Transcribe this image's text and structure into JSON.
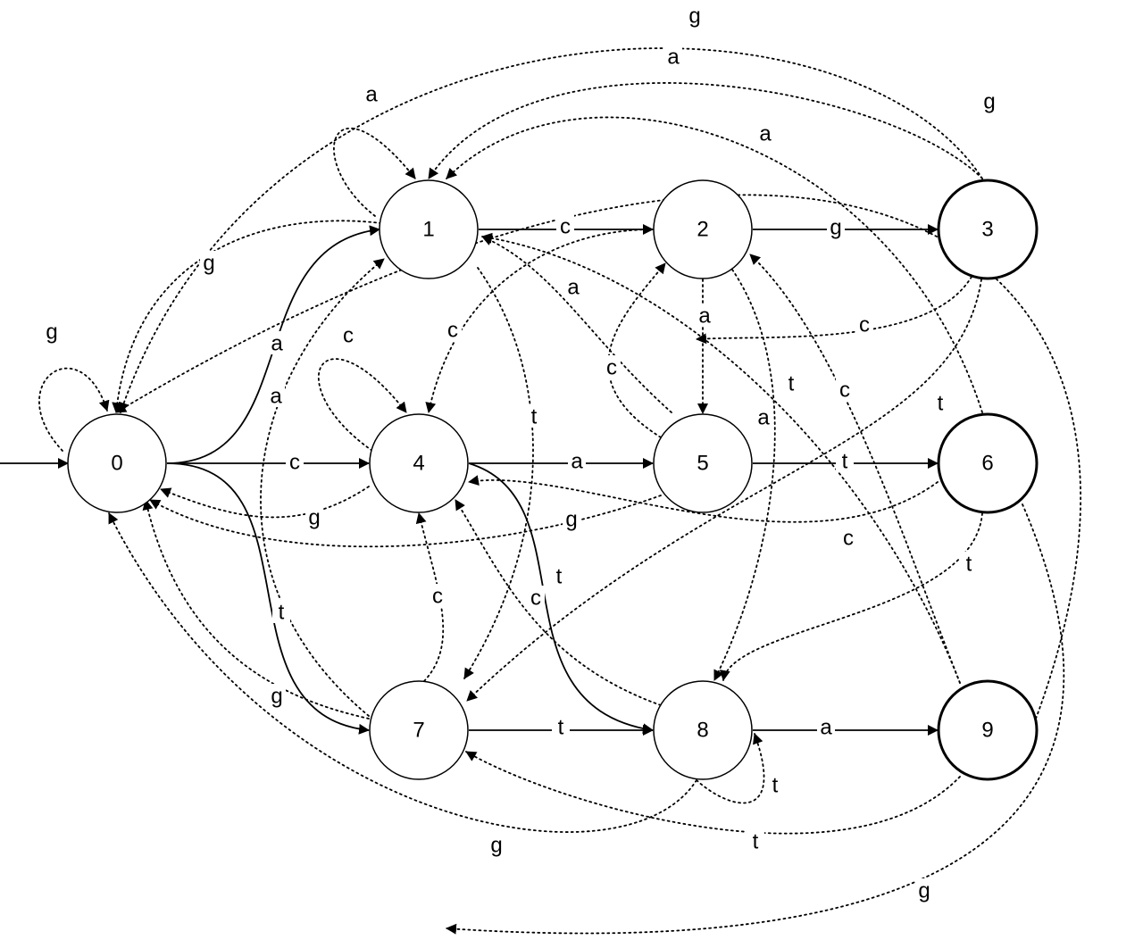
{
  "automaton": {
    "start_state": "0",
    "states": [
      {
        "id": "0",
        "label": "0",
        "accepting": false
      },
      {
        "id": "1",
        "label": "1",
        "accepting": false
      },
      {
        "id": "2",
        "label": "2",
        "accepting": false
      },
      {
        "id": "3",
        "label": "3",
        "accepting": true
      },
      {
        "id": "4",
        "label": "4",
        "accepting": false
      },
      {
        "id": "5",
        "label": "5",
        "accepting": false
      },
      {
        "id": "6",
        "label": "6",
        "accepting": true
      },
      {
        "id": "7",
        "label": "7",
        "accepting": false
      },
      {
        "id": "8",
        "label": "8",
        "accepting": false
      },
      {
        "id": "9",
        "label": "9",
        "accepting": true
      }
    ],
    "transitions": [
      {
        "from": "0",
        "to": "0",
        "label": "g",
        "style": "dotted"
      },
      {
        "from": "0",
        "to": "1",
        "label": "a",
        "style": "solid"
      },
      {
        "from": "0",
        "to": "4",
        "label": "c",
        "style": "solid"
      },
      {
        "from": "0",
        "to": "7",
        "label": "t",
        "style": "solid"
      },
      {
        "from": "1",
        "to": "1",
        "label": "a",
        "style": "dotted"
      },
      {
        "from": "1",
        "to": "2",
        "label": "c",
        "style": "solid"
      },
      {
        "from": "1",
        "to": "0",
        "label": "g",
        "style": "dotted"
      },
      {
        "from": "1",
        "to": "7",
        "label": "t",
        "style": "dotted"
      },
      {
        "from": "2",
        "to": "3",
        "label": "g",
        "style": "solid"
      },
      {
        "from": "2",
        "to": "5",
        "label": "a",
        "style": "dotted"
      },
      {
        "from": "2",
        "to": "4",
        "label": "c",
        "style": "dotted"
      },
      {
        "from": "2",
        "to": "8",
        "label": "t",
        "style": "dotted"
      },
      {
        "from": "3",
        "to": "1",
        "label": "a",
        "style": "dotted"
      },
      {
        "from": "3",
        "to": "4",
        "label": "c",
        "style": "dotted"
      },
      {
        "from": "3",
        "to": "0",
        "label": "g",
        "style": "dotted"
      },
      {
        "from": "3",
        "to": "7",
        "label": "t",
        "style": "dotted"
      },
      {
        "from": "4",
        "to": "4",
        "label": "c",
        "style": "dotted"
      },
      {
        "from": "4",
        "to": "5",
        "label": "a",
        "style": "solid"
      },
      {
        "from": "4",
        "to": "0",
        "label": "g",
        "style": "dotted"
      },
      {
        "from": "4",
        "to": "8",
        "label": "t",
        "style": "solid"
      },
      {
        "from": "5",
        "to": "6",
        "label": "t",
        "style": "solid"
      },
      {
        "from": "5",
        "to": "1",
        "label": "a",
        "style": "dotted"
      },
      {
        "from": "5",
        "to": "2",
        "label": "c",
        "style": "dotted"
      },
      {
        "from": "5",
        "to": "0",
        "label": "g",
        "style": "dotted"
      },
      {
        "from": "6",
        "to": "1",
        "label": "a",
        "style": "dotted"
      },
      {
        "from": "6",
        "to": "4",
        "label": "c",
        "style": "dotted"
      },
      {
        "from": "6",
        "to": "8",
        "label": "t",
        "style": "dotted"
      },
      {
        "from": "6",
        "to": "0",
        "label": "g",
        "style": "dotted"
      },
      {
        "from": "7",
        "to": "8",
        "label": "t",
        "style": "solid"
      },
      {
        "from": "7",
        "to": "1",
        "label": "a",
        "style": "dotted"
      },
      {
        "from": "7",
        "to": "4",
        "label": "c",
        "style": "dotted"
      },
      {
        "from": "7",
        "to": "0",
        "label": "g",
        "style": "dotted"
      },
      {
        "from": "8",
        "to": "9",
        "label": "a",
        "style": "solid"
      },
      {
        "from": "8",
        "to": "8",
        "label": "t",
        "style": "dotted"
      },
      {
        "from": "8",
        "to": "4",
        "label": "c",
        "style": "dotted"
      },
      {
        "from": "8",
        "to": "0",
        "label": "g",
        "style": "dotted"
      },
      {
        "from": "9",
        "to": "1",
        "label": "a",
        "style": "dotted"
      },
      {
        "from": "9",
        "to": "2",
        "label": "c",
        "style": "dotted"
      },
      {
        "from": "9",
        "to": "7",
        "label": "t",
        "style": "dotted"
      },
      {
        "from": "9",
        "to": "0",
        "label": "g",
        "style": "dotted"
      }
    ]
  }
}
